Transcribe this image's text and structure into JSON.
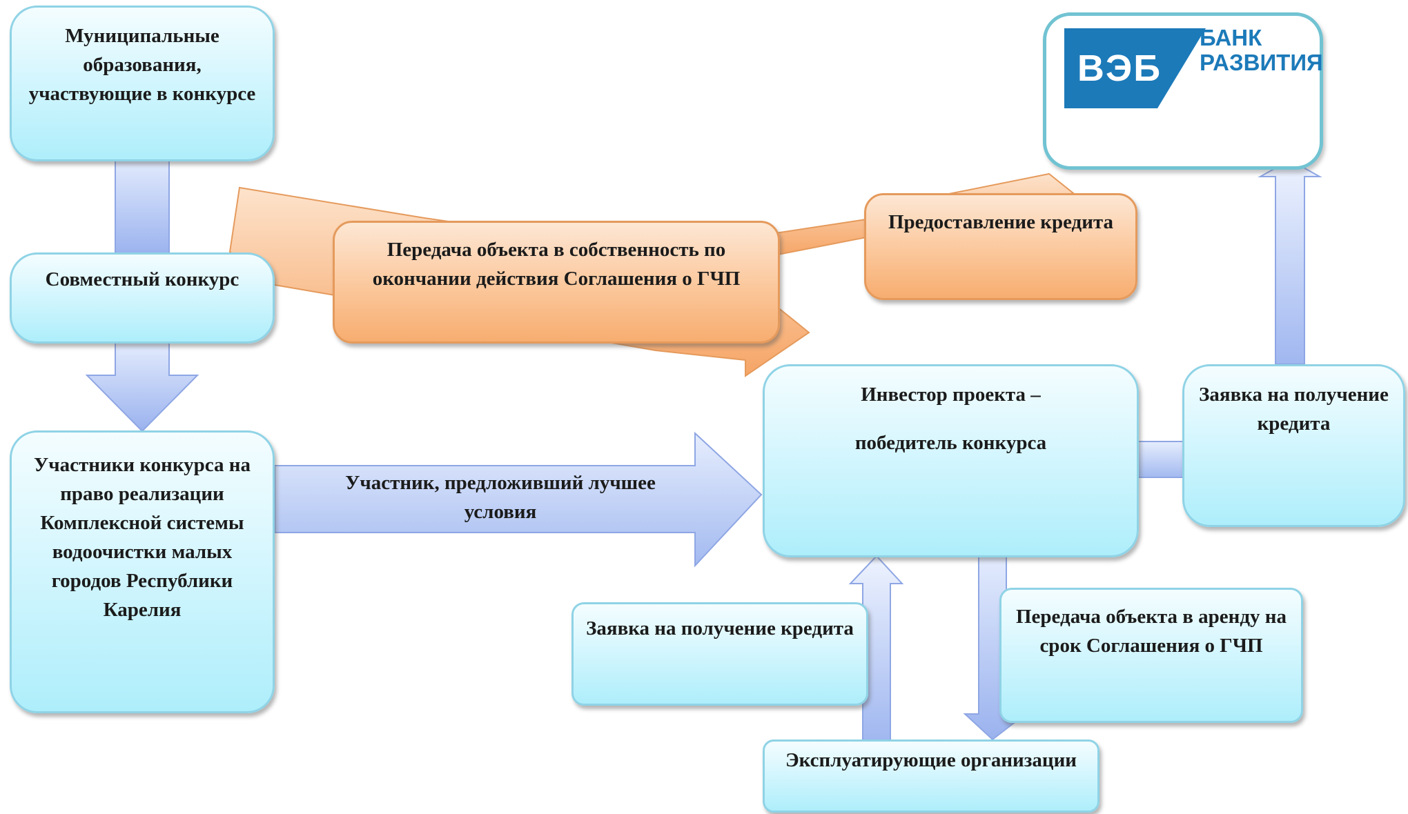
{
  "nodes": {
    "municipal": "Муниципальные образования, участвующие в конкурсе",
    "joint_contest": "Совместный конкурс",
    "participants": "Участники конкурса на право реализации Комплексной системы водоочистки малых городов Республики Карелия",
    "best_offer": "Участник, предложивший лучшее условия",
    "investor_line1": "Инвестор проекта –",
    "investor_line2": "победитель конкурса",
    "transfer_ownership": "Передача объекта в собственность по окончании действия Соглашения о ГЧП",
    "credit_provision": "Предоставление кредита",
    "credit_request_right": "Заявка на получение кредита",
    "credit_request_bottom": "Заявка на получение кредита",
    "lease_transfer": "Передача объекта в аренду на срок Соглашения о ГЧП",
    "operators": "Эксплуатирующие организации"
  },
  "logo": {
    "badge_text": "ВЭБ",
    "bank_line1": "БАНК",
    "bank_line2": "РАЗВИТИЯ"
  },
  "colors": {
    "box_fill": "#aeeefb",
    "box_border": "#8fd3e6",
    "arrow_blue": "#a9bff2",
    "arrow_orange": "#f9b27a",
    "logo_blue": "#1c7ab9",
    "logo_border": "#71c3d2"
  }
}
